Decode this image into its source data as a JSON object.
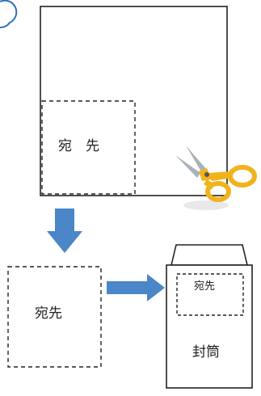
{
  "labels": {
    "sheet_address": "宛　先",
    "cut_address": "宛先",
    "envelope_window_address": "宛先",
    "envelope_name": "封筒"
  },
  "colors": {
    "line": "#222222",
    "arrow": "#4a86c8",
    "scissors_handle": "#f2b21c",
    "scissors_blade": "#a9b1bb",
    "step_circle": "#2f6fb7"
  }
}
